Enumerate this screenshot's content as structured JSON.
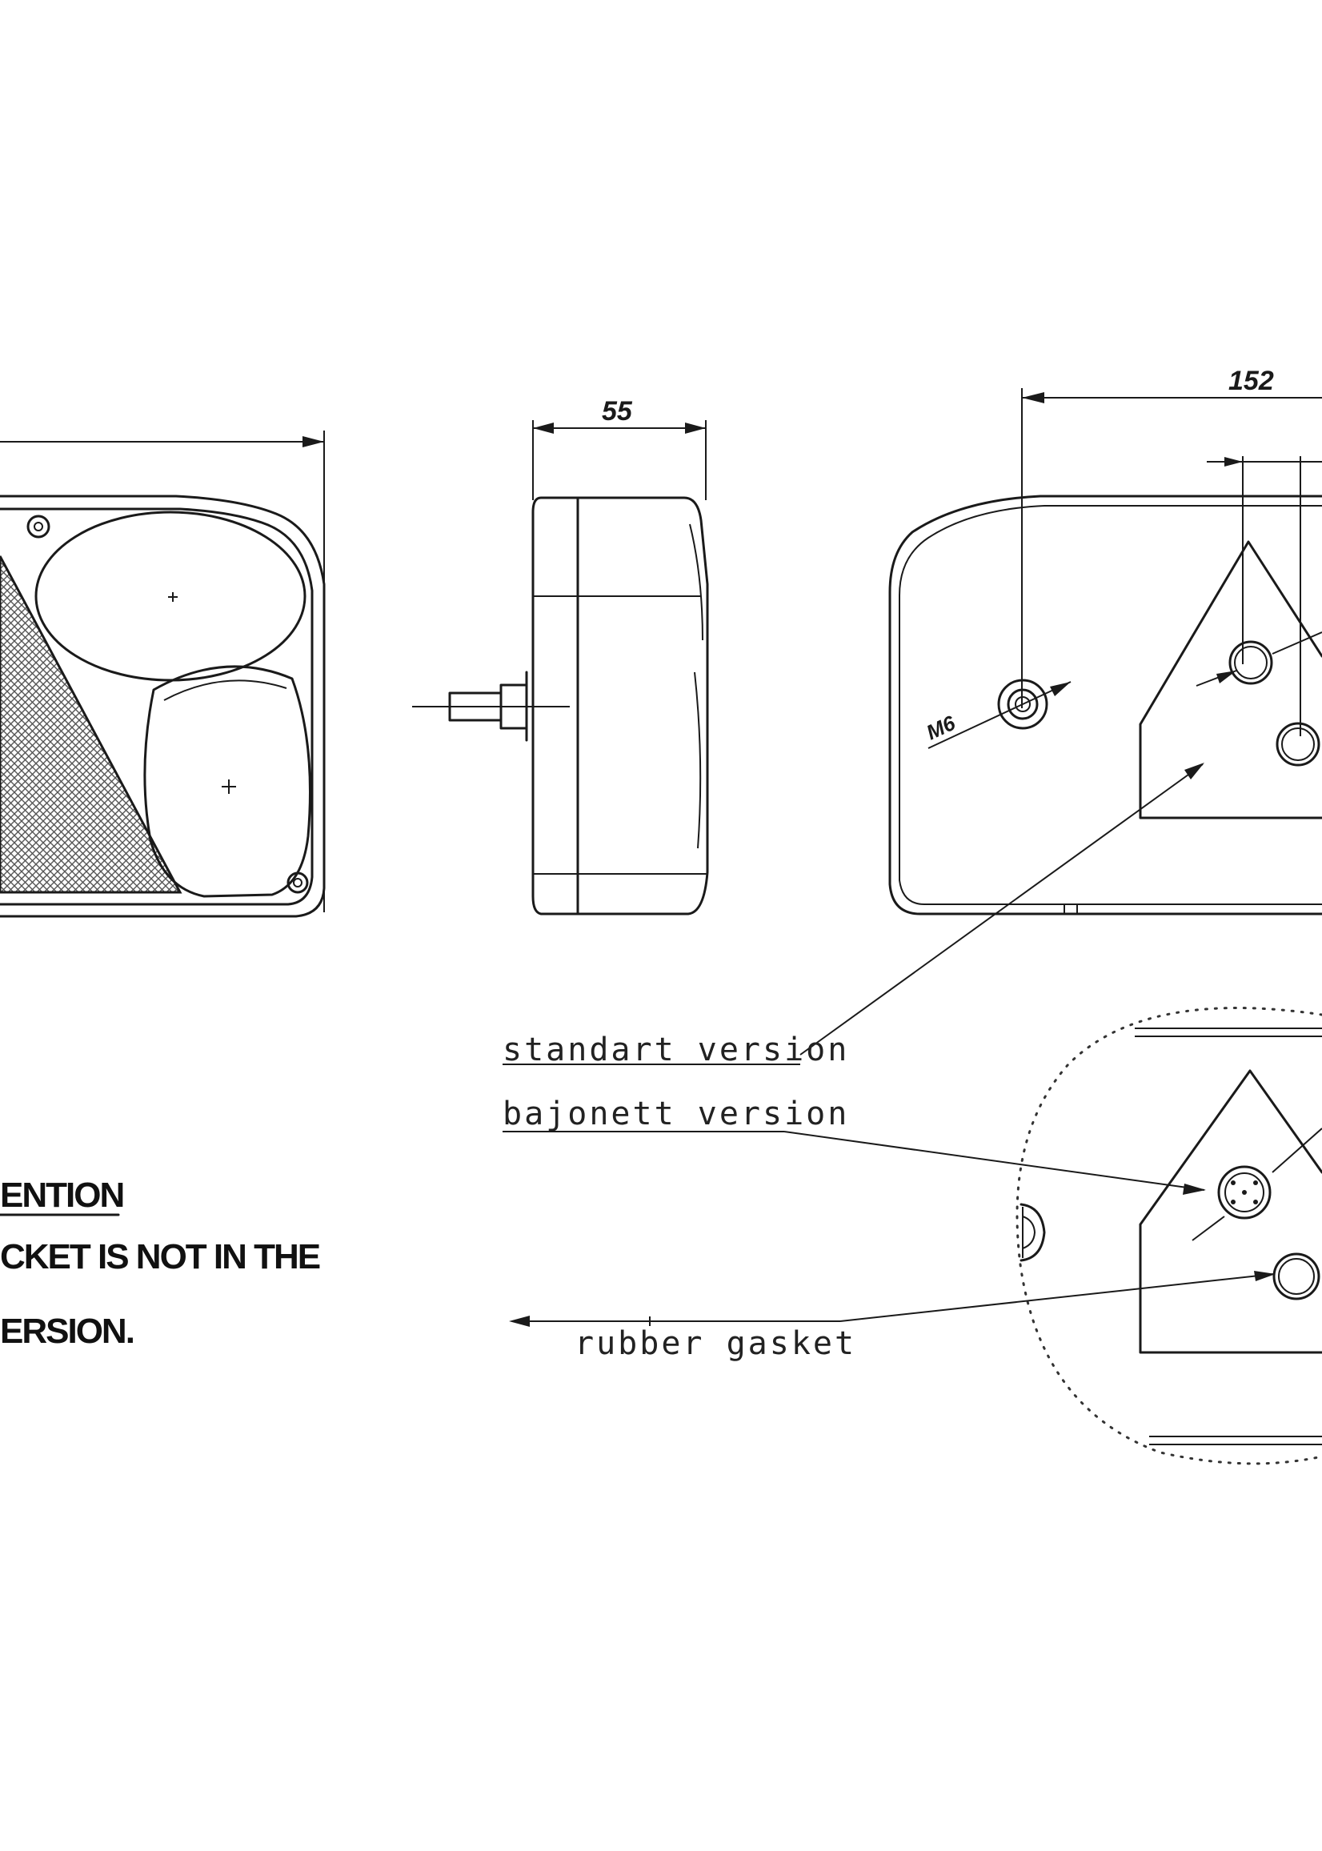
{
  "dimensions": {
    "depth": "55",
    "width": "152",
    "thread": "M6"
  },
  "labels": {
    "standard": "standart version",
    "bajonett": "bajonett version",
    "gasket": "rubber gasket"
  },
  "note": {
    "heading": "ENTION",
    "line1": "CKET IS NOT IN THE",
    "line2": "ERSION."
  }
}
